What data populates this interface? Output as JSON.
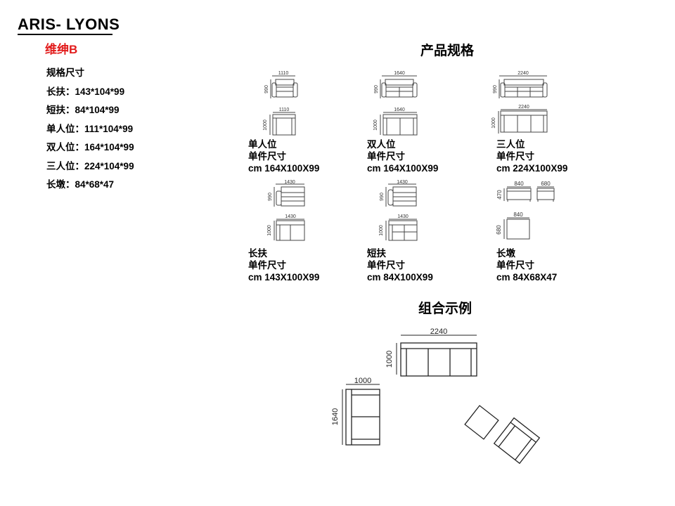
{
  "brand": "ARIS- LYONS",
  "series": "维绅B",
  "specs": {
    "title": "规格尺寸",
    "items": [
      "长扶：143*104*99",
      "短扶：84*104*99",
      "单人位：111*104*99",
      "双人位：164*104*99",
      "三人位：224*104*99",
      "长墩：84*68*47"
    ]
  },
  "product_title": "产品规格",
  "combo_title": "组合示例",
  "products": [
    {
      "name": "单人位",
      "unit_label": "单件尺寸",
      "size": "cm 164X100X99",
      "front": {
        "w": "1110",
        "h": "990"
      },
      "top": {
        "w": "1110",
        "h": "1000"
      }
    },
    {
      "name": "双人位",
      "unit_label": "单件尺寸",
      "size": "cm 164X100X99",
      "front": {
        "w": "1640",
        "h": "990"
      },
      "top": {
        "w": "1640",
        "h": "1000"
      }
    },
    {
      "name": "三人位",
      "unit_label": "单件尺寸",
      "size": "cm 224X100X99",
      "front": {
        "w": "2240",
        "h": "990"
      },
      "top": {
        "w": "2240",
        "h": "1000"
      }
    },
    {
      "name": "长扶",
      "unit_label": "单件尺寸",
      "size": "cm 143X100X99",
      "front": {
        "w": "1430",
        "h": "990"
      },
      "top": {
        "w": "1430",
        "h": "1000"
      }
    },
    {
      "name": "短扶",
      "unit_label": "单件尺寸",
      "size": "cm 84X100X99",
      "front": {
        "w": "1430",
        "h": "990"
      },
      "top": {
        "w": "1430",
        "h": "1000"
      }
    },
    {
      "name": "长墩",
      "unit_label": "单件尺寸",
      "size": "cm 84X68X47",
      "front": {
        "w": "840",
        "w2": "680",
        "h": "470"
      },
      "top": {
        "w": "840",
        "h": "680"
      }
    }
  ],
  "combo": {
    "three_seat": {
      "w": "2240",
      "h": "1000"
    },
    "side_sofa": {
      "w": "1000",
      "h": "1640"
    }
  }
}
